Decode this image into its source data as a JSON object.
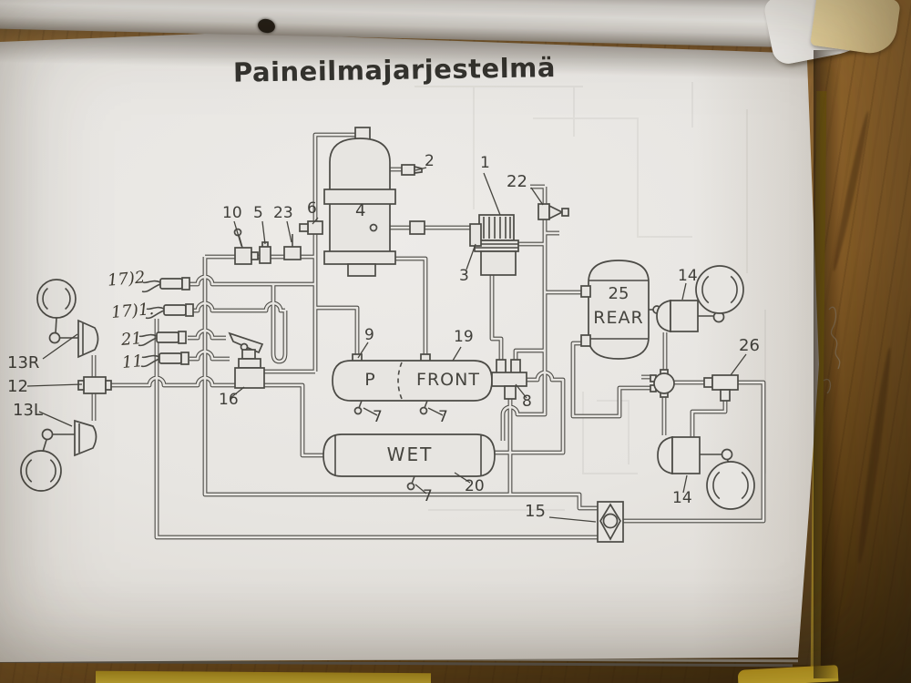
{
  "page": {
    "title": "Paineilmajarjestelmä"
  },
  "diagram": {
    "tank_front": {
      "left": "P",
      "right": "FRONT"
    },
    "tank_wet": {
      "label": "WET"
    },
    "tank_rear": {
      "line1": "25",
      "line2": "REAR"
    },
    "labels": {
      "n1": "1",
      "n2": "2",
      "n3": "3",
      "n4": "4",
      "n5": "5",
      "n6": "6",
      "n7": "7",
      "n8": "8",
      "n9": "9",
      "n10": "10",
      "n11": "11",
      "n12": "12",
      "n13r": "13R",
      "n13l": "13L",
      "n14": "14",
      "n15": "15",
      "n16": "16",
      "n17_1": "17)1.",
      "n17_2": "17)2",
      "n19": "19",
      "n20": "20",
      "n21": "21",
      "n22": "22",
      "n23": "23",
      "n26": "26"
    }
  },
  "colors": {
    "ink": "#4b4a45",
    "paper": "#e7e5e1",
    "wood": "#8a5f28",
    "folder_yellow": "#e8cb3a",
    "shadow": "#302616"
  }
}
